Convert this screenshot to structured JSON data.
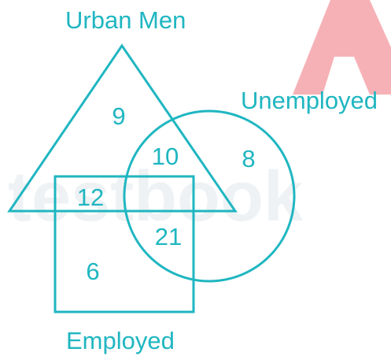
{
  "colors": {
    "primary": "#1fb6c1",
    "watermark_red": "#f6b1b6",
    "watermark_grey": "#eef2f4"
  },
  "labels": {
    "urban_men": "Urban Men",
    "unemployed": "Unemployed",
    "employed": "Employed"
  },
  "regions": {
    "urban_only": "9",
    "urban_unemployed": "10",
    "unemployed_only": "8",
    "urban_employed": "12",
    "employed_unemployed": "21",
    "employed_only": "6"
  },
  "watermark": {
    "text": "testbook"
  }
}
